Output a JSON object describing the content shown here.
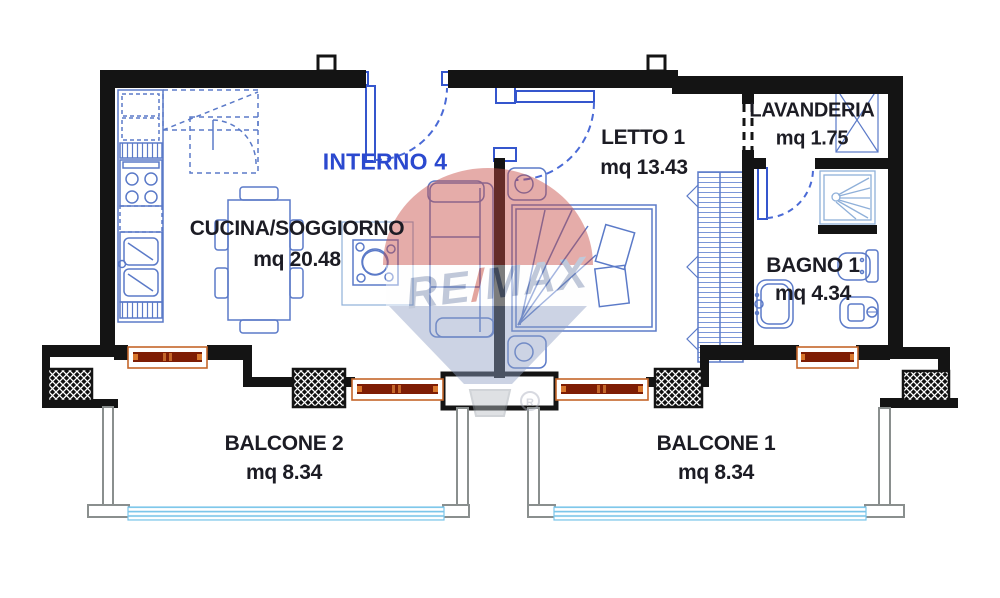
{
  "unit": {
    "label": "INTERNO 4"
  },
  "rooms": [
    {
      "name": "CUCINA/SOGGIORNO",
      "area": "mq 20.48"
    },
    {
      "name": "LETTO 1",
      "area": "mq 13.43"
    },
    {
      "name": "LAVANDERIA",
      "area": "mq 1.75"
    },
    {
      "name": "BAGNO 1",
      "area": "mq 4.34"
    },
    {
      "name": "BALCONE 2",
      "area": "mq 8.34"
    },
    {
      "name": "BALCONE 1",
      "area": "mq 8.34"
    }
  ],
  "watermark": {
    "re": "RE",
    "slash": "/",
    "max": "MAX",
    "registered": "R"
  },
  "colors": {
    "wall": "#141414",
    "furniture_blue": "#5b7ac8",
    "light_blue": "#8fb0d9",
    "door_blue": "#3556cd",
    "unit_label_blue": "#2b49cf",
    "label_dark": "#1c1c24",
    "sill_dark_red": "#7e1d04",
    "sill_orange": "#c4662a",
    "railing_blue": "#7cc6ea",
    "divider_gray": "#8a8f8e",
    "watermark_red": "#c74a42",
    "watermark_slate": "#8fa0c4"
  }
}
